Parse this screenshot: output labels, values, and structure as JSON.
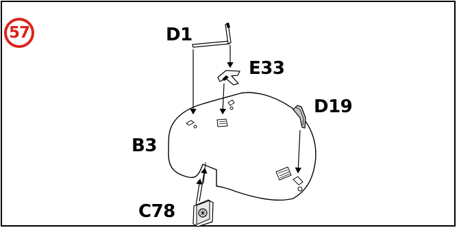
{
  "step": {
    "number": "57",
    "color": "#d9241c"
  },
  "parts": {
    "d1": "D1",
    "e33": "E33",
    "d19": "D19",
    "b3": "B3",
    "c78": "C78"
  }
}
